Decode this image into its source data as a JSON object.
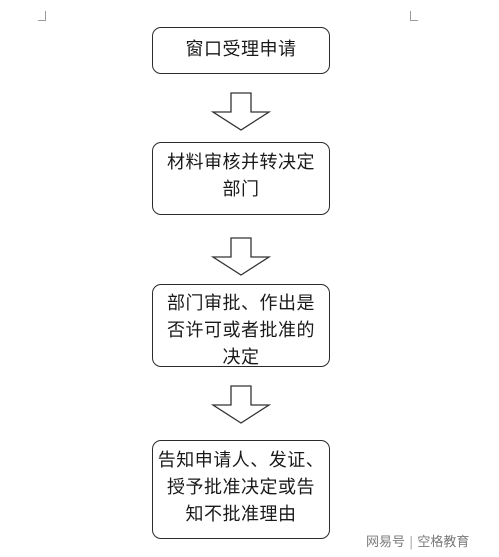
{
  "steps": [
    {
      "lines": [
        "窗口受理申请"
      ]
    },
    {
      "lines": [
        "材料审核并转决定",
        "部门"
      ]
    },
    {
      "lines": [
        "部门审批、作出是",
        "否许可或者批准的",
        "决定"
      ]
    },
    {
      "lines": [
        "告知申请人、发证、",
        "授予批准决定或告",
        "知不批准理由"
      ]
    }
  ],
  "watermark": {
    "platform": "网易号",
    "account": "空格教育"
  }
}
